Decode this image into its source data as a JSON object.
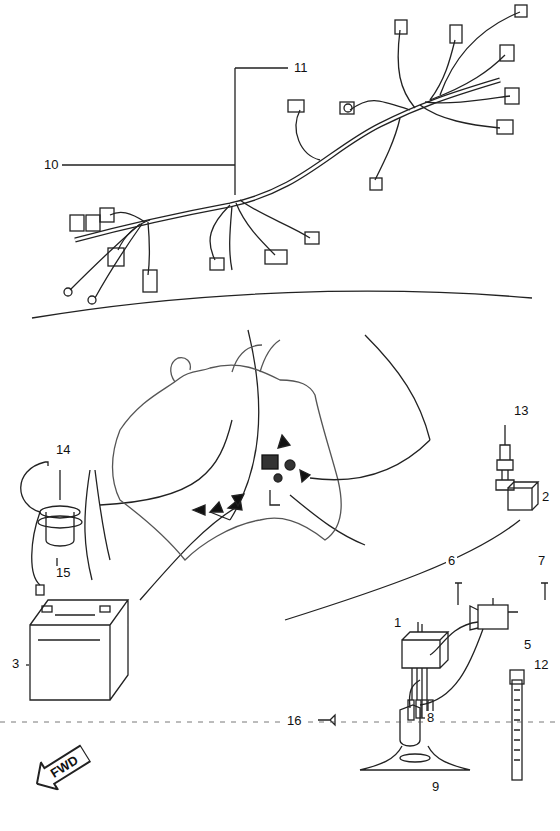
{
  "diagram": {
    "nodes": [
      {
        "text": [
          "FWD"
        ]
      }
    ],
    "labels": [
      "11",
      "10",
      "13",
      "2",
      "14",
      "15",
      "6",
      "7",
      "5",
      "3",
      "1",
      "16",
      "8",
      "12",
      "9"
    ]
  }
}
